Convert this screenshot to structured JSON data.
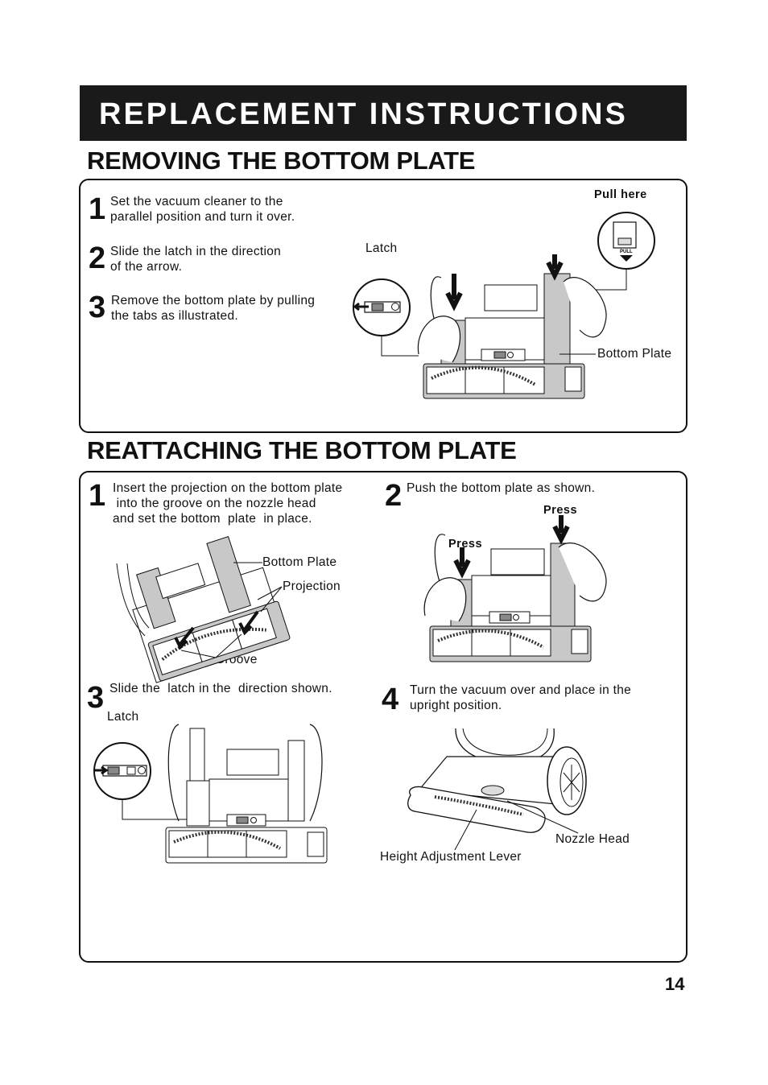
{
  "header": {
    "title": "REPLACEMENT  INSTRUCTIONS"
  },
  "removing": {
    "title": "REMOVING THE BOTTOM PLATE",
    "steps": [
      {
        "num": "1",
        "text": "Set the vacuum cleaner to the\nparallel position and turn it over."
      },
      {
        "num": "2",
        "text": "Slide the latch in the direction\nof the arrow."
      },
      {
        "num": "3",
        "text": "Remove the bottom plate by pulling\nthe tabs as illustrated."
      }
    ],
    "labels": {
      "latch": "Latch",
      "pull_here": "Pull here",
      "pull_tab": "PULL",
      "bottom_plate": "Bottom Plate"
    }
  },
  "reattaching": {
    "title": "REATTACHING THE BOTTOM PLATE",
    "steps": [
      {
        "num": "1",
        "text": "Insert the projection on the bottom plate\n into the groove on the nozzle head\nand set the bottom  plate  in place."
      },
      {
        "num": "2",
        "text": "Push the bottom plate as shown."
      },
      {
        "num": "3",
        "text": "Slide the  latch in the  direction shown."
      },
      {
        "num": "4",
        "text": "Turn the vacuum over and place in the\nupright position."
      }
    ],
    "labels": {
      "bottom_plate": "Bottom Plate",
      "projection": "Projection",
      "groove": "Groove",
      "press_left": "Press",
      "press_right": "Press",
      "latch": "Latch",
      "nozzle_head": "Nozzle Head",
      "height_lever": "Height Adjustment Lever"
    }
  },
  "footer": {
    "page_number": "14"
  }
}
